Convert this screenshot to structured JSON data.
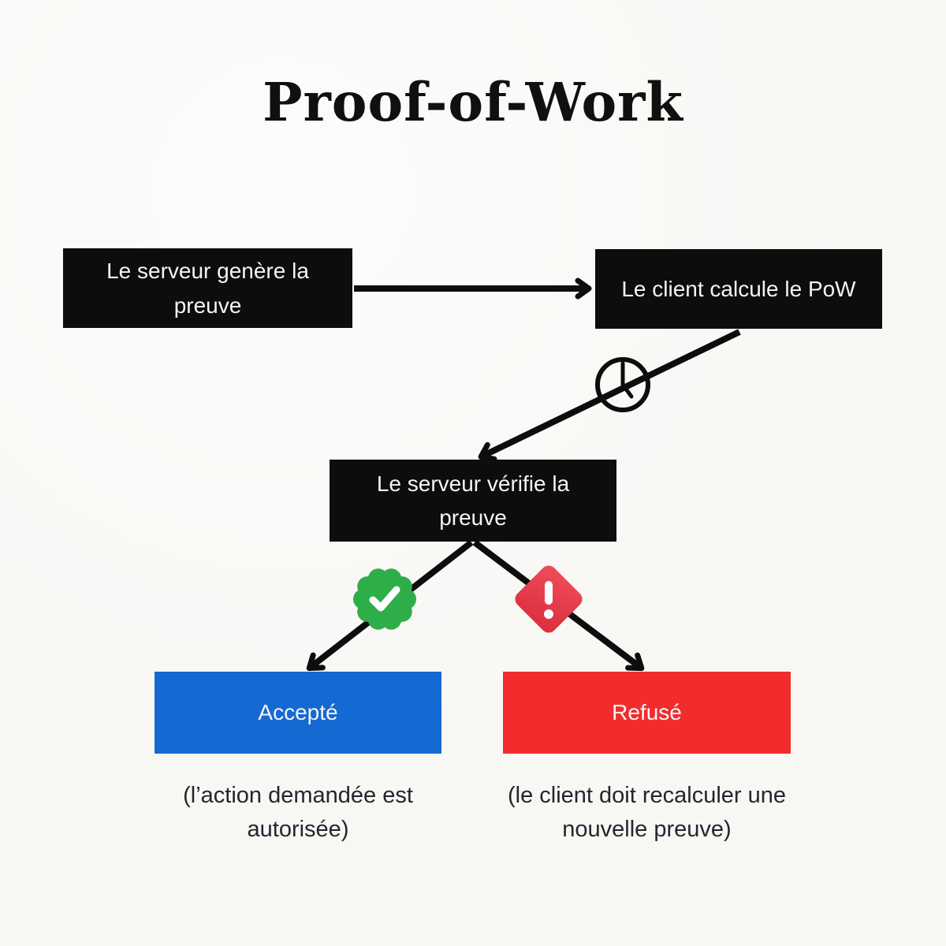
{
  "title": "Proof-of-Work",
  "nodes": {
    "server_generates": {
      "label": "Le serveur genère la preuve"
    },
    "client_computes": {
      "label": "Le client calcule le PoW"
    },
    "server_verifies": {
      "label": "Le serveur vérifie la preuve"
    },
    "accepted": {
      "label": "Accepté"
    },
    "refused": {
      "label": "Refusé"
    }
  },
  "captions": {
    "accepted_note": "(l’action demandée est autorisée)",
    "refused_note": "(le client doit recalculer une nouvelle preuve)"
  },
  "icons": {
    "clock": {
      "name": "clock-icon",
      "glyph": "🕐",
      "meaning": "temps de calcul"
    },
    "check_seal": {
      "name": "verified-check-icon",
      "glyph": "✔",
      "color": "#2eae49"
    },
    "alert_diamond": {
      "name": "alert-exclamation-icon",
      "glyph": "!",
      "color": "#e8404e"
    }
  },
  "colors": {
    "background": "#f8f7f4",
    "node_bg": "#0d0d0d",
    "node_text": "#f4f4f4",
    "accepted_bg": "#1569d3",
    "refused_bg": "#f22c2c",
    "arrow": "#0d0d0d",
    "check_green": "#2eae49",
    "alert_red_top": "#ef4d5a",
    "alert_red_bottom": "#de3240",
    "caption_text": "#23262e",
    "title_text": "#101010"
  }
}
